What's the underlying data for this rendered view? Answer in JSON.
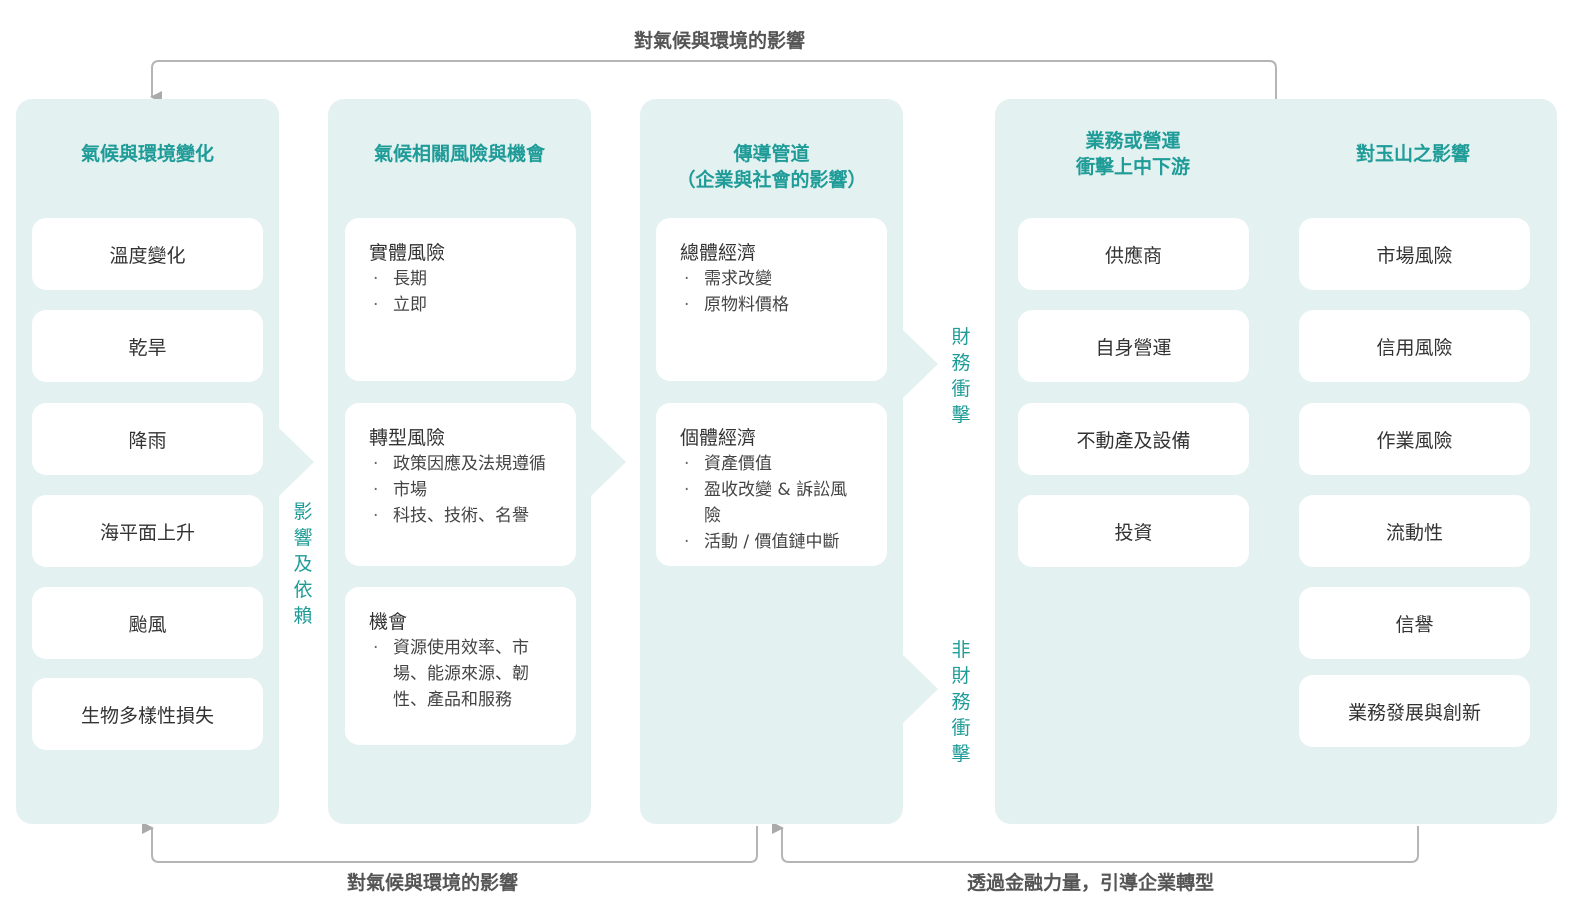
{
  "flows": {
    "top": "對氣候與環境的影響",
    "bottom_left": "對氣候與環境的影響",
    "bottom_right": "透過金融力量，引導企業轉型"
  },
  "col1": {
    "title": "氣候與環境變化",
    "items": [
      "溫度變化",
      "乾旱",
      "降雨",
      "海平面上升",
      "颱風",
      "生物多樣性損失"
    ]
  },
  "connector1": [
    "影",
    "響",
    "及",
    "依",
    "賴"
  ],
  "col2": {
    "title": "氣候相關風險與機會",
    "cards": [
      {
        "title": "實體風險",
        "bullets": [
          "長期",
          "立即"
        ]
      },
      {
        "title": "轉型風險",
        "bullets": [
          "政策因應及法規遵循",
          "市場",
          "科技、技術、名譽"
        ]
      },
      {
        "title": "機會",
        "bullets": [
          "資源使用效率、市場、能源來源、韌性、產品和服務"
        ]
      }
    ]
  },
  "col3": {
    "title_line1": "傳導管道",
    "title_line2": "（企業與社會的影響）",
    "cards": [
      {
        "title": "總體經濟",
        "bullets": [
          "需求改變",
          "原物料價格"
        ]
      },
      {
        "title": "個體經濟",
        "bullets": [
          "資產價值",
          "盈收改變 & 訴訟風險",
          "活動 / 價值鏈中斷"
        ]
      }
    ]
  },
  "label_financial": [
    "財",
    "務",
    "衝",
    "擊"
  ],
  "label_nonfinancial": [
    "非",
    "財",
    "務",
    "衝",
    "擊"
  ],
  "col4": {
    "title_line1": "業務或營運",
    "title_line2": "衝擊上中下游",
    "items": [
      "供應商",
      "自身營運",
      "不動產及設備",
      "投資"
    ]
  },
  "col5": {
    "title": "對玉山之影響",
    "items": [
      "市場風險",
      "信用風險",
      "作業風險",
      "流動性",
      "信譽",
      "業務發展與創新"
    ]
  },
  "colors": {
    "panel_bg": "#e3f1f1",
    "accent": "#1f9c98",
    "arrow": "#aaaaaa"
  }
}
